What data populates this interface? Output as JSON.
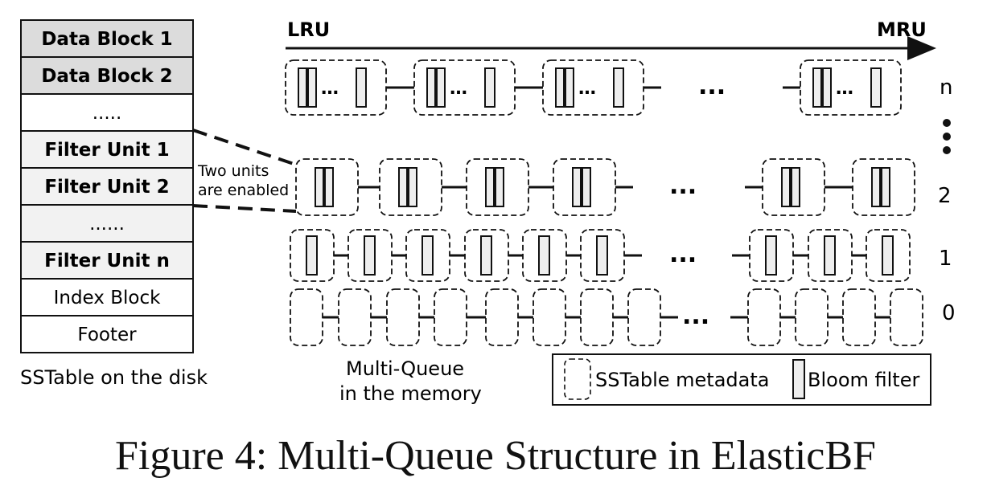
{
  "sstable": {
    "rows": [
      {
        "label": "Data Block 1",
        "shade": "#dcdcdc",
        "bold": true
      },
      {
        "label": "Data Block 2",
        "shade": "#dcdcdc",
        "bold": true
      },
      {
        "label": ".....",
        "shade": "#ffffff",
        "bold": false
      },
      {
        "label": "Filter Unit 1",
        "shade": "#f2f2f2",
        "bold": true
      },
      {
        "label": "Filter Unit 2",
        "shade": "#f2f2f2",
        "bold": true
      },
      {
        "label": "......",
        "shade": "#f2f2f2",
        "bold": false
      },
      {
        "label": "Filter Unit n",
        "shade": "#f2f2f2",
        "bold": true
      },
      {
        "label": "Index Block",
        "shade": "#ffffff",
        "bold": false
      },
      {
        "label": "Footer",
        "shade": "#ffffff",
        "bold": false
      }
    ],
    "caption": "SSTable on the disk"
  },
  "annotation": {
    "line1": "Two units",
    "line2": "are enabled"
  },
  "axis": {
    "left": "LRU",
    "right": "MRU"
  },
  "levels": {
    "n": "n",
    "two": "2",
    "one": "1",
    "zero": "0",
    "ellipsis": "..."
  },
  "queue_caption": {
    "line1": "Multi-Queue",
    "line2": "in the memory"
  },
  "legend": {
    "sstable_metadata": "SSTable metadata",
    "bloom_filter": "Bloom filter"
  },
  "figure_caption": "Figure 4: Multi-Queue Structure in ElasticBF",
  "colors": {
    "stroke": "#111111",
    "bloom_fill": "#eeeeee"
  }
}
